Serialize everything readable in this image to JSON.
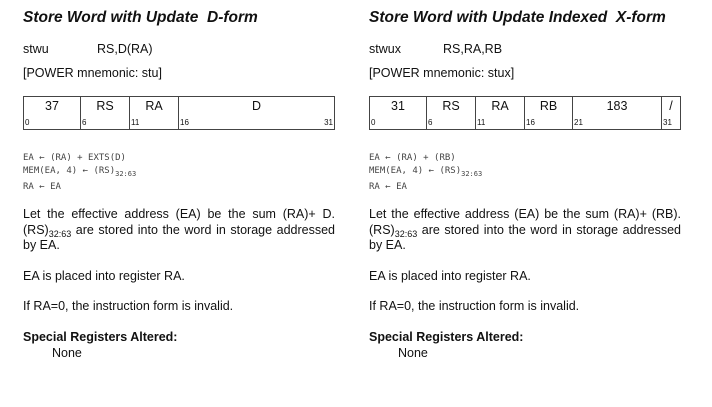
{
  "left": {
    "title": "Store Word with Update  D-form",
    "mnemonic": "stwu",
    "operands": "RS,D(RA)",
    "power": "[POWER mnemonic: stu]",
    "fields": [
      {
        "name": "37",
        "start": "0",
        "end": ""
      },
      {
        "name": "RS",
        "start": "6",
        "end": ""
      },
      {
        "name": "RA",
        "start": "11",
        "end": ""
      },
      {
        "name": "D",
        "start": "16",
        "end": "31"
      }
    ],
    "code": {
      "line1": "EA ← (RA) + EXTS(D)",
      "line2_pre": "MEM(EA, 4) ← (RS)",
      "line2_sub": "32:63",
      "line3": "RA ← EA"
    },
    "p1_a": "Let the effective address (EA) be the sum (RA)+ D. (RS)",
    "p1_sub": "32:63",
    "p1_b": " are stored into the word in storage addressed by EA.",
    "p2": "EA is placed into register RA.",
    "p3": "If RA=0, the instruction form is invalid.",
    "sr_heading": "Special Registers Altered:",
    "sr_value": "None"
  },
  "right": {
    "title": "Store Word with Update Indexed  X-form",
    "mnemonic": "stwux",
    "operands": "RS,RA,RB",
    "power": "[POWER mnemonic: stux]",
    "fields": [
      {
        "name": "31",
        "start": "0",
        "end": ""
      },
      {
        "name": "RS",
        "start": "6",
        "end": ""
      },
      {
        "name": "RA",
        "start": "11",
        "end": ""
      },
      {
        "name": "RB",
        "start": "16",
        "end": ""
      },
      {
        "name": "183",
        "start": "21",
        "end": ""
      },
      {
        "name": "/",
        "start": "31",
        "end": ""
      }
    ],
    "code": {
      "line1": "EA ← (RA) + (RB)",
      "line2_pre": "MEM(EA, 4) ← (RS)",
      "line2_sub": "32:63",
      "line3": "RA ← EA"
    },
    "p1_a": "Let the effective address (EA) be the sum (RA)+ (RB). (RS)",
    "p1_sub": "32:63",
    "p1_b": " are stored into the word in storage addressed by EA.",
    "p2": "EA is placed into register RA.",
    "p3": "If RA=0, the instruction form is invalid.",
    "sr_heading": "Special Registers Altered:",
    "sr_value": "None"
  }
}
